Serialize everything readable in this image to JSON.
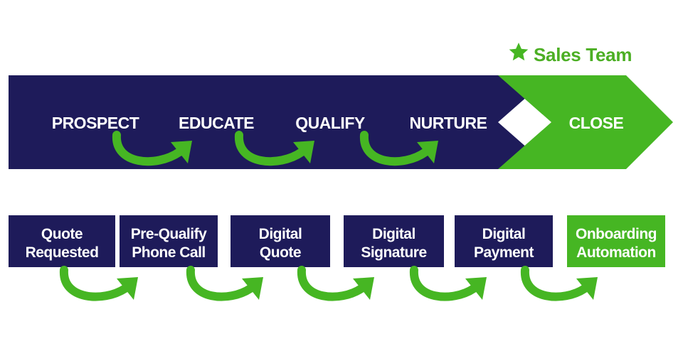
{
  "legend": {
    "icon": "star-icon",
    "label": "Sales Team",
    "color": "#4caf24"
  },
  "colors": {
    "navy": "#1e1b5a",
    "green": "#46b623",
    "white": "#ffffff"
  },
  "stages": [
    {
      "label": "PROSPECT",
      "group": "navy"
    },
    {
      "label": "EDUCATE",
      "group": "navy"
    },
    {
      "label": "QUALIFY",
      "group": "navy"
    },
    {
      "label": "NURTURE",
      "group": "navy"
    },
    {
      "label": "CLOSE",
      "group": "green"
    }
  ],
  "steps": [
    {
      "lines": [
        "Quote",
        "Requested"
      ],
      "group": "navy"
    },
    {
      "lines": [
        "Pre-Qualify",
        "Phone Call"
      ],
      "group": "navy"
    },
    {
      "lines": [
        "Digital",
        "Quote"
      ],
      "group": "navy"
    },
    {
      "lines": [
        "Digital",
        "Signature"
      ],
      "group": "navy"
    },
    {
      "lines": [
        "Digital",
        "Payment"
      ],
      "group": "navy"
    },
    {
      "lines": [
        "Onboarding",
        "Automation"
      ],
      "group": "green"
    }
  ]
}
